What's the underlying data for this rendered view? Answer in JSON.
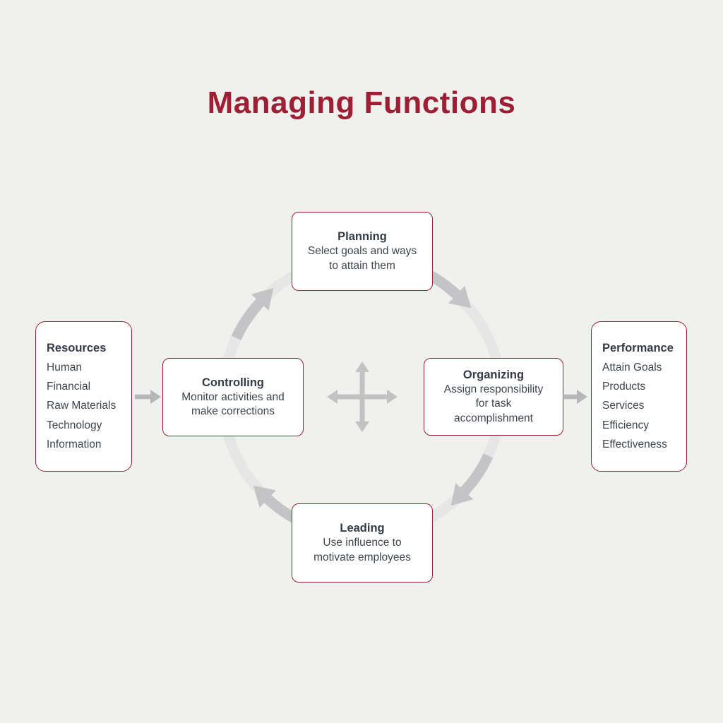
{
  "title": "Managing Functions",
  "colors": {
    "title_text": "#9e1e33",
    "box_border": "#9a2030",
    "box_fill": "#ffffff",
    "heading_text": "#333b46",
    "body_text": "#3e454d",
    "ring": "#e6e6e7",
    "cycle_arrow": "#c4c4c6",
    "center_cross": "#c2c2c4",
    "connector_arrow": "#b6b6b8",
    "background": "#f0f0ee"
  },
  "cycle": {
    "planning": {
      "title": "Planning",
      "desc": [
        "Select goals and ways",
        "to attain them"
      ]
    },
    "organizing": {
      "title": "Organizing",
      "desc": [
        "Assign responsibility",
        "for task",
        "accomplishment"
      ]
    },
    "leading": {
      "title": "Leading",
      "desc": [
        "Use influence to",
        "motivate employees"
      ]
    },
    "controlling": {
      "title": "Controlling",
      "desc": [
        "Monitor activities and",
        "make corrections"
      ]
    }
  },
  "resources": {
    "title": "Resources",
    "items": [
      "Human",
      "Financial",
      "Raw Materials",
      "Technology",
      "Information"
    ]
  },
  "performance": {
    "title": "Performance",
    "items": [
      "Attain Goals",
      "Products",
      "Services",
      "Efficiency",
      "Effectiveness"
    ]
  },
  "icons": {
    "cycle_ring": "light gray circle ring",
    "clockwise_arrow": "dark gray arc arrowheads running clockwise",
    "four_way_arrow": "four-direction move cross at center",
    "right_arrow": "short right-pointing connector arrow"
  }
}
